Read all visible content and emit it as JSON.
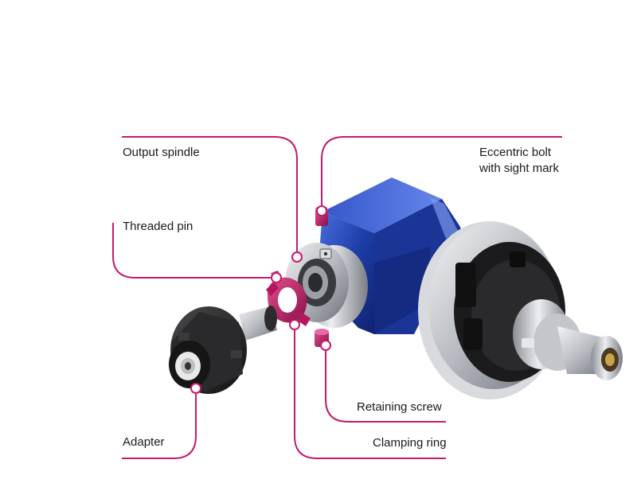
{
  "diagram": {
    "accent_color": "#c41a6e",
    "body_color": "#1e3ea8",
    "metal_color": "#b9bcc2",
    "dark_color": "#1c1c1c",
    "labels": {
      "output_spindle": "Output spindle",
      "threaded_pin": "Threaded pin",
      "eccentric_bolt_line1": "Eccentric bolt",
      "eccentric_bolt_line2": "with sight mark",
      "retaining_screw": "Retaining screw",
      "clamping_ring": "Clamping ring",
      "adapter": "Adapter"
    }
  }
}
